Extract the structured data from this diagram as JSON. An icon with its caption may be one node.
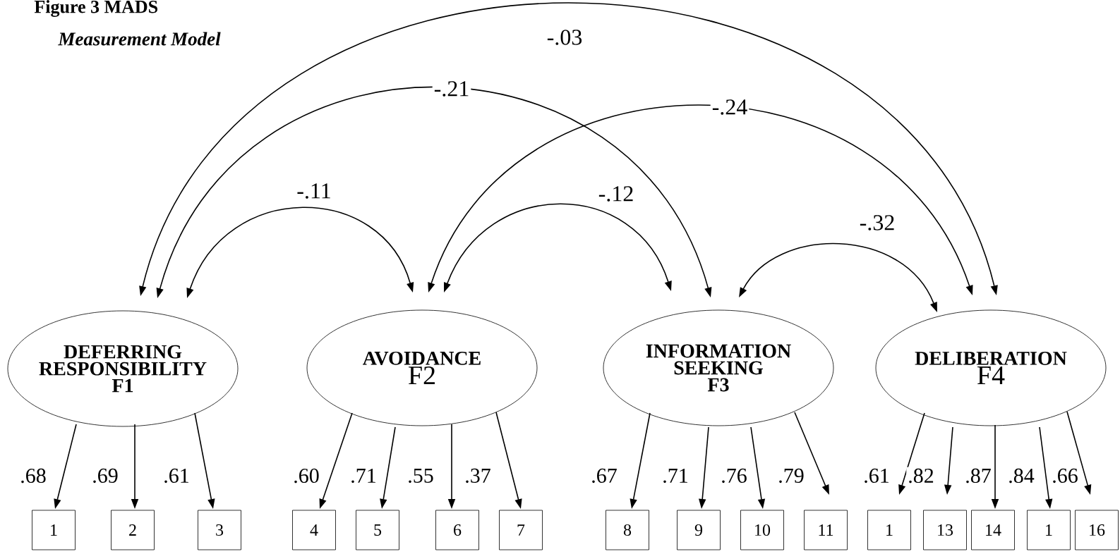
{
  "diagram": {
    "title": "Figure 3 MADS",
    "nodes": [
      {
        "text": [
          "DEFERRING RESPONSIBILITY",
          "F1"
        ]
      },
      {
        "text": [
          "AVOIDANCE",
          "F2"
        ]
      },
      {
        "text": [
          "INFORMATION SEEKING",
          "F3"
        ]
      },
      {
        "text": [
          "DELIBERATION",
          "F4"
        ]
      },
      {
        "text": [
          "1"
        ]
      },
      {
        "text": [
          "2"
        ]
      },
      {
        "text": [
          "3"
        ]
      },
      {
        "text": [
          "4"
        ]
      },
      {
        "text": [
          "5"
        ]
      },
      {
        "text": [
          "6"
        ]
      },
      {
        "text": [
          "7"
        ]
      },
      {
        "text": [
          "8"
        ]
      },
      {
        "text": [
          "9"
        ]
      },
      {
        "text": [
          "10"
        ]
      },
      {
        "text": [
          "11"
        ]
      },
      {
        "text": [
          "1"
        ]
      },
      {
        "text": [
          "13"
        ]
      },
      {
        "text": [
          "14"
        ]
      },
      {
        "text": [
          "1"
        ]
      },
      {
        "text": [
          "16"
        ]
      }
    ],
    "edges": [
      {
        "from": 0,
        "to": 3,
        "arrow": "both",
        "label": "-.03"
      },
      {
        "from": 0,
        "to": 2,
        "arrow": "both",
        "label": "-.21"
      },
      {
        "from": 1,
        "to": 3,
        "arrow": "both",
        "label": "-.24"
      },
      {
        "from": 0,
        "to": 1,
        "arrow": "both",
        "label": "-.11"
      },
      {
        "from": 1,
        "to": 2,
        "arrow": "both",
        "label": "-.12"
      },
      {
        "from": 2,
        "to": 3,
        "arrow": "both",
        "label": "-.32"
      },
      {
        "from": 0,
        "to": 4,
        "arrow": "to",
        "label": ".68"
      },
      {
        "from": 0,
        "to": 5,
        "arrow": "to",
        "label": ".69"
      },
      {
        "from": 0,
        "to": 6,
        "arrow": "to",
        "label": ".61"
      },
      {
        "from": 1,
        "to": 7,
        "arrow": "to",
        "label": ".60"
      },
      {
        "from": 1,
        "to": 8,
        "arrow": "to",
        "label": ".71"
      },
      {
        "from": 1,
        "to": 9,
        "arrow": "to",
        "label": ".55"
      },
      {
        "from": 1,
        "to": 10,
        "arrow": "to",
        "label": ".37"
      },
      {
        "from": 2,
        "to": 11,
        "arrow": "to",
        "label": ".67"
      },
      {
        "from": 2,
        "to": 12,
        "arrow": "to",
        "label": ".71"
      },
      {
        "from": 2,
        "to": 13,
        "arrow": "to",
        "label": ".76"
      },
      {
        "from": 2,
        "to": 14,
        "arrow": "to",
        "label": ".79"
      },
      {
        "from": 3,
        "to": 15,
        "arrow": "to",
        "label": ".61"
      },
      {
        "from": 3,
        "to": 16,
        "arrow": "to",
        "label": ".82"
      },
      {
        "from": 3,
        "to": 17,
        "arrow": "to",
        "label": ".87"
      },
      {
        "from": 3,
        "to": 18,
        "arrow": "to",
        "label": ".84"
      },
      {
        "from": 3,
        "to": 19,
        "arrow": "to",
        "label": ".66"
      }
    ],
    "labels": [
      "Measurement Model"
    ]
  }
}
